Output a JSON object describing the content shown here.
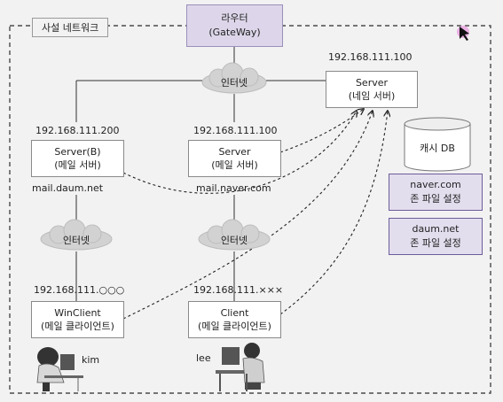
{
  "network_label": "사설 네트워크",
  "router": {
    "line1": "라우터",
    "line2": "(GateWay)"
  },
  "internet_label": "인터넷",
  "dns_server": {
    "ip": "192.168.111.100",
    "line1": "Server",
    "line2": "(네임 서버)"
  },
  "cache_db": "캐시 DB",
  "zone_files": [
    {
      "domain": "naver.com",
      "label": "존 파일 설정"
    },
    {
      "domain": "daum.net",
      "label": "존 파일 설정"
    }
  ],
  "mail_server_b": {
    "ip": "192.168.111.200",
    "line1": "Server(B)",
    "line2": "(메일 서버)",
    "domain": "mail.daum.net"
  },
  "mail_server_a": {
    "ip": "192.168.111.100",
    "line1": "Server",
    "line2": "(메일 서버)",
    "domain": "mail.naver.com"
  },
  "win_client": {
    "ip": "192.168.111.○○○",
    "line1": "WinClient",
    "line2": "(메일 클라이언트)",
    "user": "kim"
  },
  "client": {
    "ip": "192.168.111.×××",
    "line1": "Client",
    "line2": "(메일 클라이언트)",
    "user": "lee"
  },
  "colors": {
    "dashed_border": "#4a4a4a",
    "zone_fill": "#e3deee",
    "router_fill": "#ddd6ea",
    "accent_dot": "#e8a0e0"
  }
}
